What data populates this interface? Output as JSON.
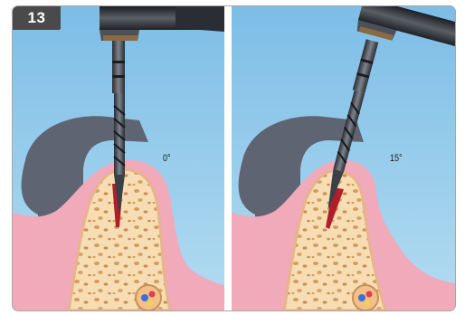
{
  "figure": {
    "number": "13"
  },
  "panels": [
    {
      "angle_label": "0°"
    },
    {
      "angle_label": "15°"
    }
  ],
  "colors": {
    "background": "#8fc7e8",
    "gum": "#f0aab9",
    "bone_fill": "#f7ddb4",
    "bone_pore": "#cf9a5a",
    "guide": "#5f6472",
    "drill": "#3b3f47",
    "blood": "#b01e2a",
    "badge": "#4a4a4a"
  }
}
